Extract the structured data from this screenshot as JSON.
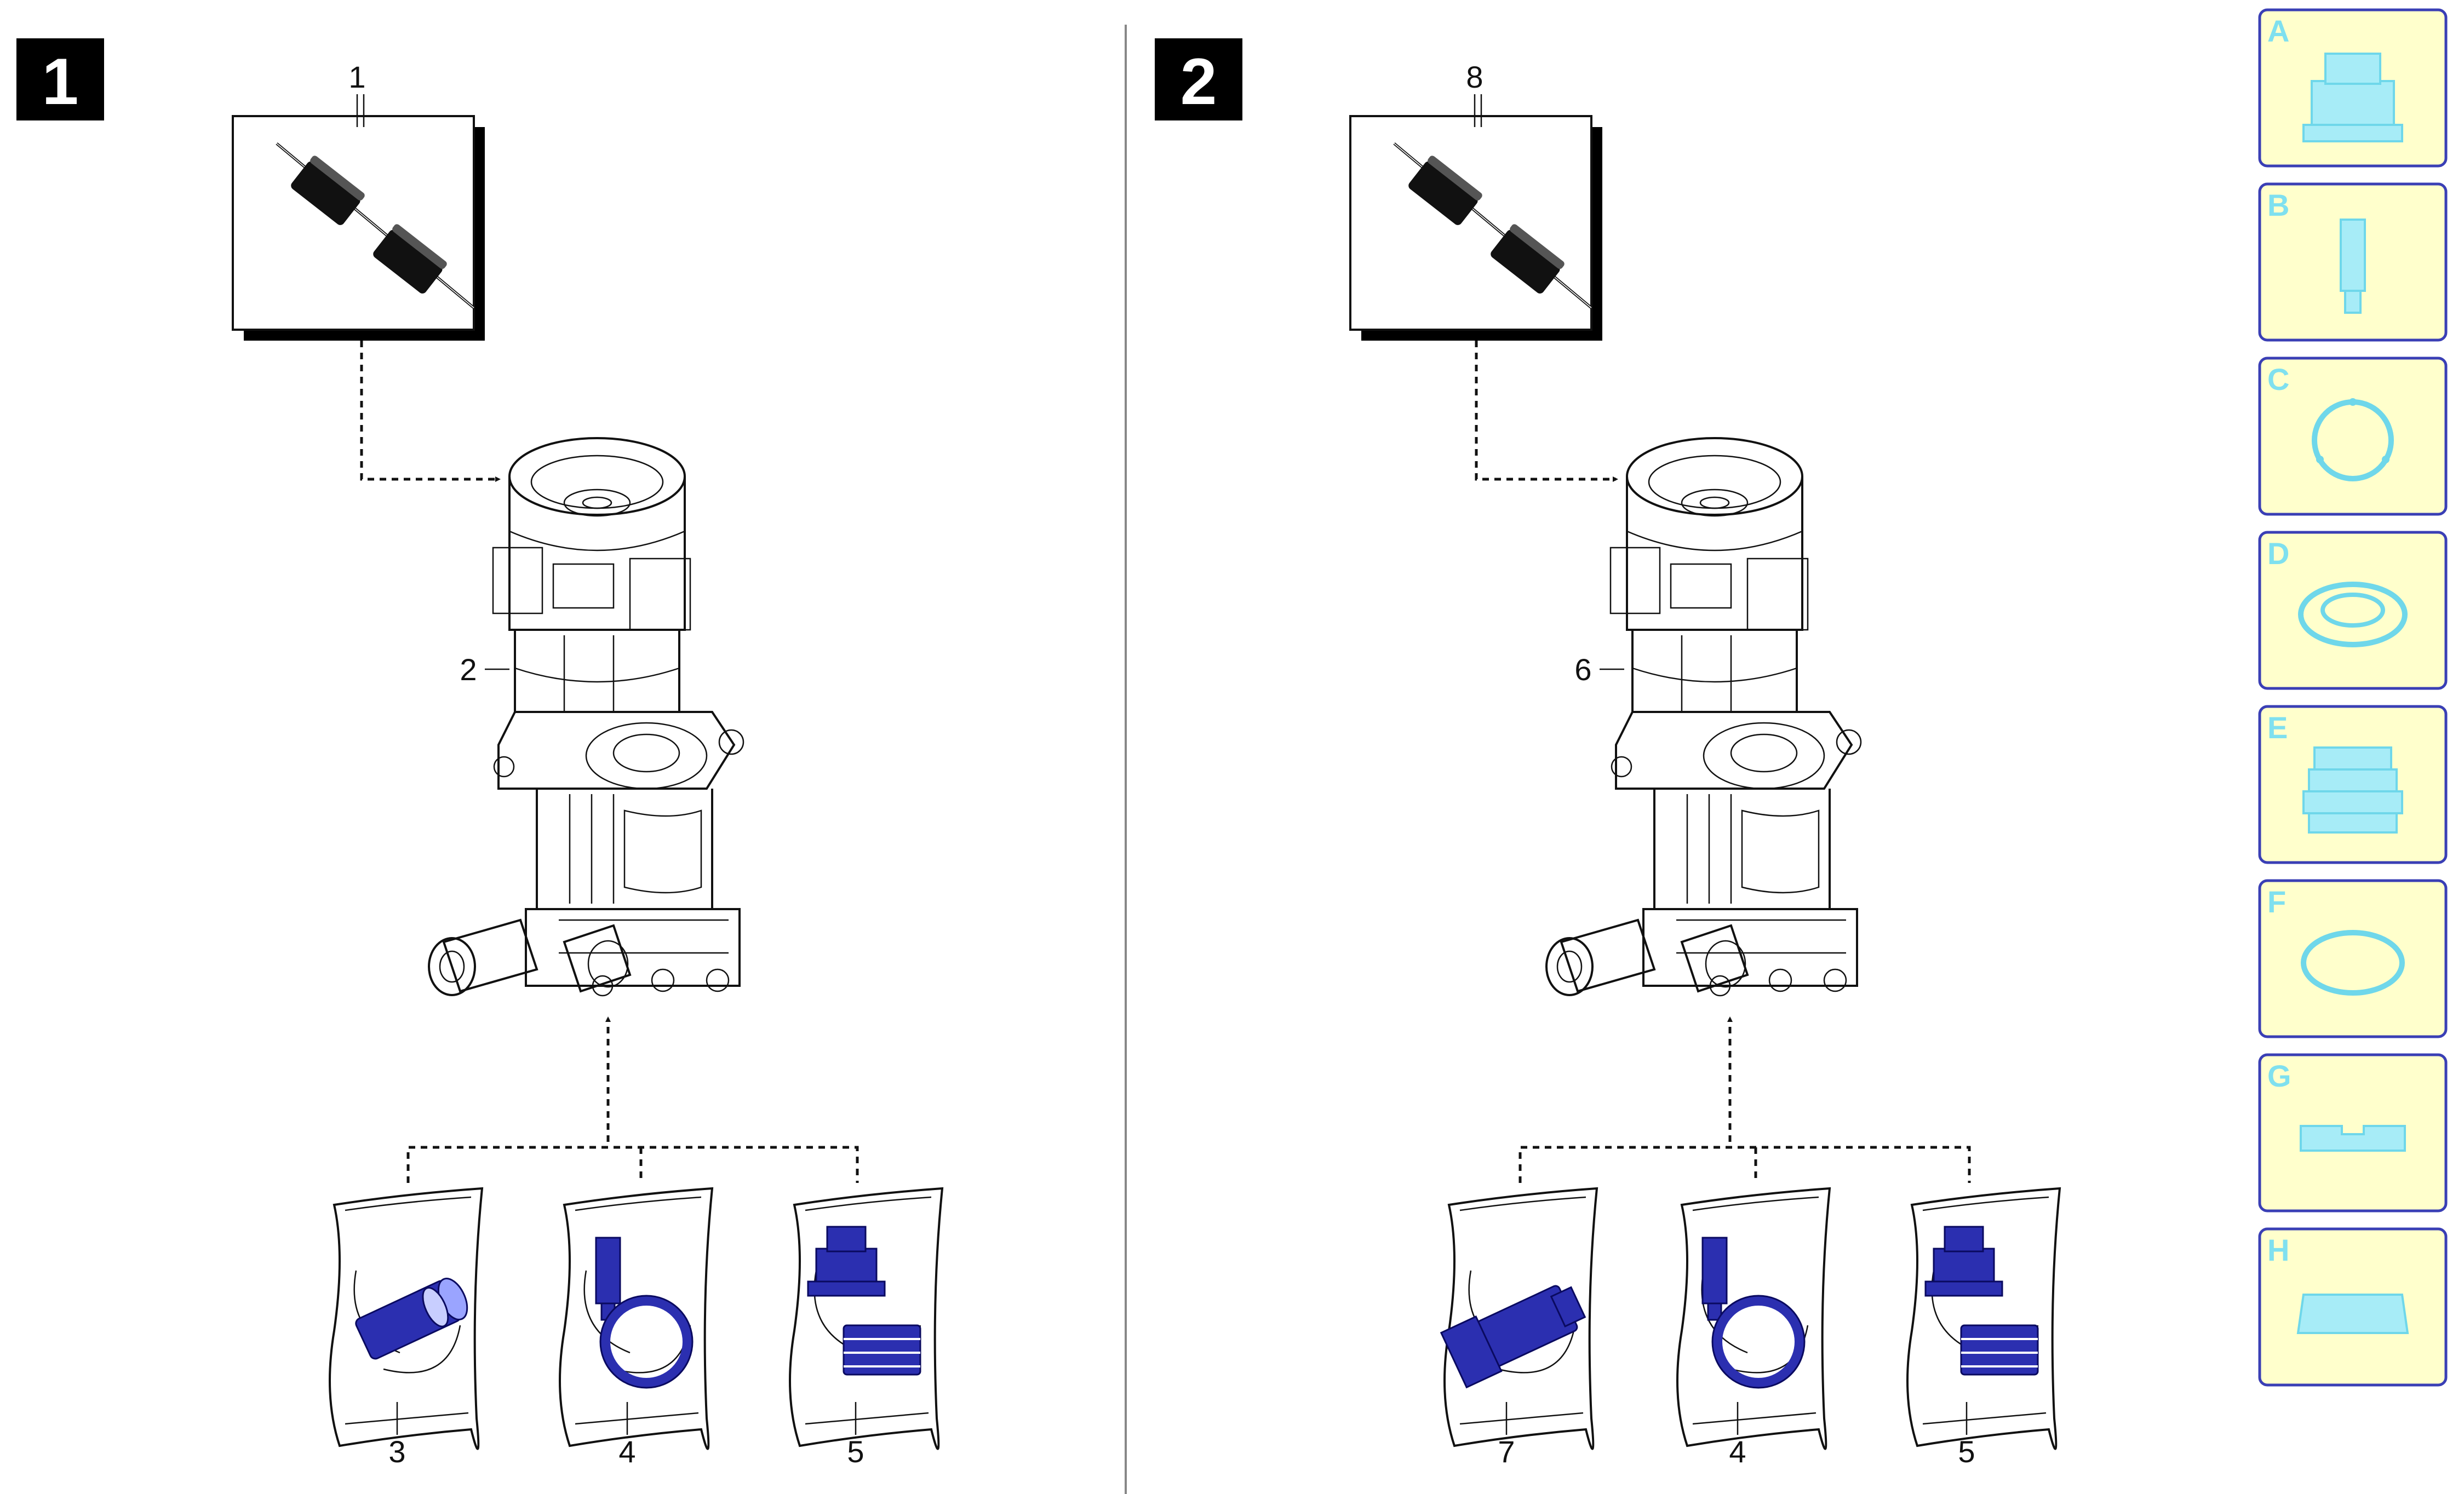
{
  "steps": [
    {
      "number": "1",
      "brush_callout": "1",
      "motor_callout": "2",
      "kit_callouts": [
        "3",
        "4",
        "5"
      ]
    },
    {
      "number": "2",
      "brush_callout": "8",
      "motor_callout": "6",
      "kit_callouts": [
        "7",
        "4",
        "5"
      ]
    }
  ],
  "legend": {
    "items": [
      {
        "letter": "A",
        "icon": "check-valve-icon"
      },
      {
        "letter": "B",
        "icon": "piston-icon"
      },
      {
        "letter": "C",
        "icon": "gasket-ring-icon"
      },
      {
        "letter": "D",
        "icon": "shaft-seal-icon"
      },
      {
        "letter": "E",
        "icon": "filter-cartridge-icon"
      },
      {
        "letter": "F",
        "icon": "o-ring-icon"
      },
      {
        "letter": "G",
        "icon": "flat-seal-icon"
      },
      {
        "letter": "H",
        "icon": "seal-block-icon"
      }
    ],
    "colors": {
      "tile_fill": "#ffffcc",
      "tile_border": "#3a3fb5",
      "icon": "#7fe0ef"
    }
  },
  "colors": {
    "part_blue": "#2b2fb0",
    "line": "#111111",
    "badge": "#000000"
  }
}
